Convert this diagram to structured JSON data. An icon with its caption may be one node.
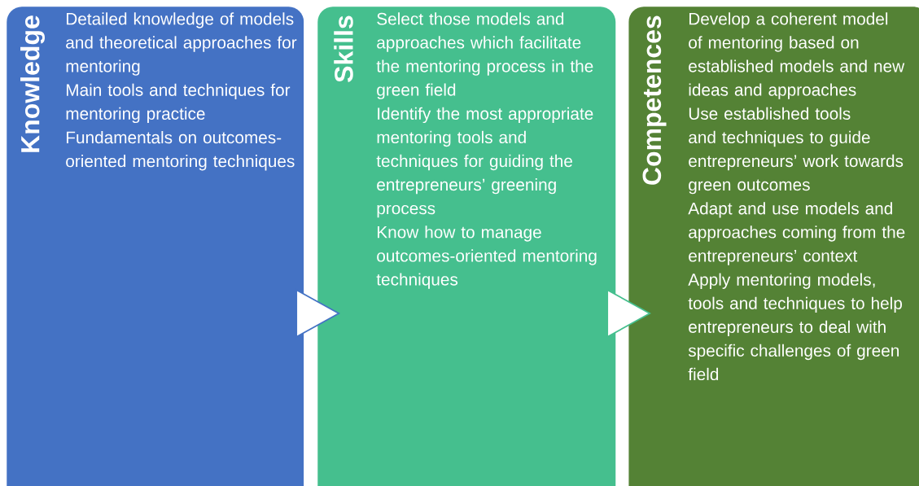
{
  "diagram": {
    "nodes": [
      {
        "text": [
          "Knowledge",
          "Detailed knowledge of models and theoretical approaches for mentoring",
          "Main tools and techniques for mentoring practice",
          "Fundamentals on outcomes-oriented mentoring techniques"
        ]
      },
      {
        "text": [
          "Skills",
          "Select those models and approaches which facilitate the mentoring process in the green field",
          "Identify the most appropriate mentoring tools and techniques for guiding the entrepreneurs’ greening process",
          "Know how to manage outcomes-oriented mentoring techniques"
        ]
      },
      {
        "text": [
          "Competences",
          "Develop a coherent model of mentoring based on established models and new ideas and approaches",
          "Use established tools and techniques to guide entrepreneurs’ work towards green outcomes",
          "Adapt and use models and approaches coming from the entrepreneurs’ context",
          "Apply mentoring models, tools and techniques to help entrepreneurs to deal with specific challenges of green field"
        ]
      }
    ],
    "edges": [
      {
        "from": 0,
        "to": 1,
        "arrow": "to"
      },
      {
        "from": 1,
        "to": 2,
        "arrow": "to"
      }
    ]
  }
}
